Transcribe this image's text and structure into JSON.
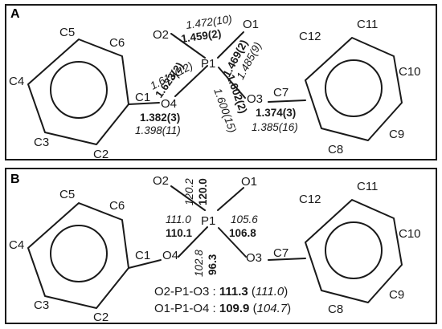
{
  "panels": {
    "a": {
      "label": "A",
      "atoms": {
        "o2": "O2",
        "o1": "O1",
        "p1": "P1",
        "o3": "O3",
        "o4": "O4",
        "c1": "C1",
        "c2": "C2",
        "c3": "C3",
        "c4": "C4",
        "c5": "C5",
        "c6": "C6",
        "c7": "C7",
        "c8": "C8",
        "c9": "C9",
        "c10": "C10",
        "c11": "C11",
        "c12": "C12"
      },
      "bond_lengths": {
        "p1_o2_italic": "1.472(10)",
        "p1_o2_bold": "1.459(2)",
        "p1_o1_bold": "1.469(2)",
        "p1_o1_italic": "1.485(9)",
        "p1_o4_italic": "1.613(12)",
        "p1_o4_bold": "1.623(2)",
        "p1_o3_bold": "1.602(2)",
        "p1_o3_italic": "1.600(15)",
        "c1_o4_bold": "1.382(3)",
        "c1_o4_italic": "1.398(11)",
        "c7_o3_bold": "1.374(3)",
        "c7_o3_italic": "1.385(16)"
      }
    },
    "b": {
      "label": "B",
      "atoms": {
        "o2": "O2",
        "o1": "O1",
        "p1": "P1",
        "o3": "O3",
        "o4": "O4",
        "c1": "C1",
        "c2": "C2",
        "c3": "C3",
        "c4": "C4",
        "c5": "C5",
        "c6": "C6",
        "c7": "C7",
        "c8": "C8",
        "c9": "C9",
        "c10": "C10",
        "c11": "C11",
        "c12": "C12"
      },
      "bond_angles": {
        "o2_p1_o1_italic": "120.2",
        "o2_p1_o1_bold": "120.0",
        "o2_p1_o4_italic": "111.0",
        "o2_p1_o4_bold": "110.1",
        "o1_p1_o3_italic": "105.6",
        "o1_p1_o3_bold": "106.8",
        "o4_p1_o3_italic": "102.8",
        "o4_p1_o3_bold": "96.3"
      },
      "equations": [
        {
          "label": "O2-P1-O3 : ",
          "bold": "111.3",
          "open": " (",
          "italic": "111.0",
          "close": ")"
        },
        {
          "label": "O1-P1-O4 : ",
          "bold": "109.9",
          "open": " (",
          "italic": "104.7",
          "close": ")"
        }
      ]
    }
  }
}
